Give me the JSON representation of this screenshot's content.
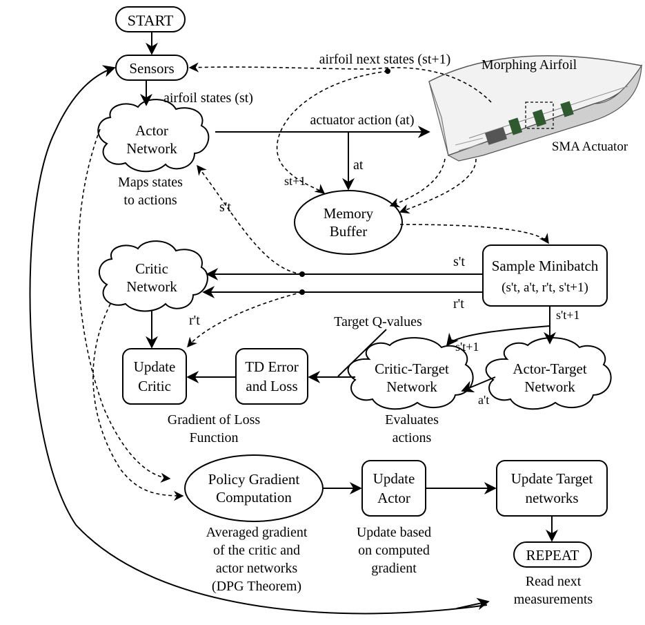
{
  "nodes": {
    "start": "START",
    "sensors": "Sensors",
    "actor_network": [
      "Actor",
      "Network"
    ],
    "memory_buffer": [
      "Memory",
      "Buffer"
    ],
    "critic_network": [
      "Critic",
      "Network"
    ],
    "sample_minibatch": [
      "Sample Minibatch",
      "(s't, a't, r't, s't+1)"
    ],
    "update_critic": [
      "Update",
      "Critic"
    ],
    "td_error": [
      "TD Error",
      "and Loss"
    ],
    "critic_target": [
      "Critic-Target",
      "Network"
    ],
    "actor_target": [
      "Actor-Target",
      "Network"
    ],
    "policy_gradient": [
      "Policy Gradient",
      "Computation"
    ],
    "update_actor": [
      "Update",
      "Actor"
    ],
    "update_target": [
      "Update Target",
      "networks"
    ],
    "repeat": "REPEAT"
  },
  "labels": {
    "airfoil_next_states": "airfoil next states (st+1)",
    "morphing_airfoil": "Morphing Airfoil",
    "sma_actuator": "SMA Actuator",
    "airfoil_states": "airfoil states (st)",
    "actuator_action": "actuator action (at)",
    "at": "at",
    "st1": "st+1",
    "maps_states": [
      "Maps states",
      "to actions"
    ],
    "s_prime_t_1": "s't",
    "s_prime_t_2": "s't",
    "r_prime_t_1": "r't",
    "r_prime_t_2": "r't",
    "s_prime_t1_a": "s't+1",
    "s_prime_t1_b": "s't+1",
    "a_prime_t": "a't",
    "target_q": "Target Q-values",
    "gradient_loss": [
      "Gradient of Loss",
      "Function"
    ],
    "evaluates": [
      "Evaluates",
      "actions"
    ],
    "averaged_gradient": [
      "Averaged gradient",
      "of the critic and",
      "actor networks",
      "(DPG Theorem)"
    ],
    "update_based": [
      "Update based",
      "on computed",
      "gradient"
    ],
    "read_next": [
      "Read next",
      "measurements"
    ]
  }
}
